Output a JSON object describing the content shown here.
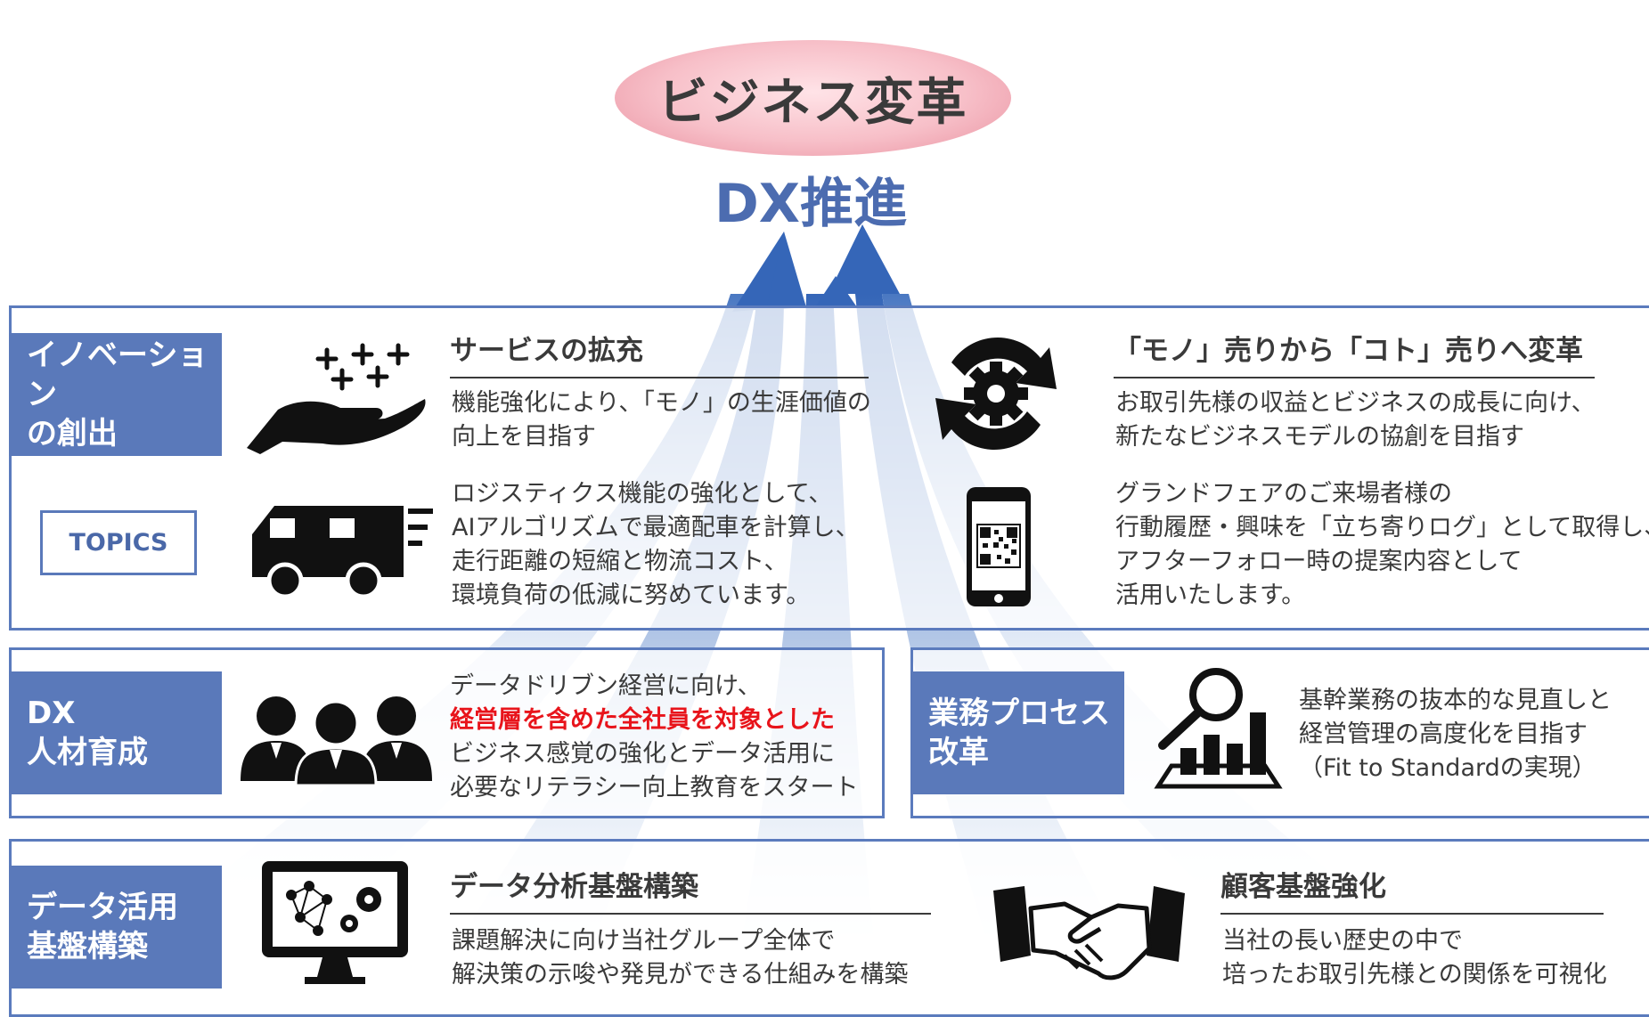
{
  "top": {
    "goal": "ビジネス変革",
    "driver": "DX推進"
  },
  "colors": {
    "accent_blue": "#5a79ba",
    "title_blue": "#4c6cb0",
    "emphasis_red": "#e8141b",
    "ellipse_pink": "#f7bfc8"
  },
  "innovation": {
    "label_lines": [
      "イノベーション",
      "の創出"
    ],
    "topics_label": "TOPICS",
    "service": {
      "icon": "hand-sparkles-icon",
      "heading": "サービスの拡充",
      "text_lines": [
        "機能強化により、「モノ」の生涯価値の",
        "向上を目指す"
      ]
    },
    "koto": {
      "icon": "gear-cycle-icon",
      "heading": "「モノ」売りから「コト」売りへ変革",
      "text_lines": [
        "お取引先様の収益とビジネスの成長に向け、",
        "新たなビジネスモデルの協創を目指す"
      ]
    },
    "logistics": {
      "icon": "delivery-truck-icon",
      "text_lines": [
        "ロジスティクス機能の強化として、",
        "AIアルゴリズムで最適配車を計算し、",
        "走行距離の短縮と物流コスト、",
        "環境負荷の低減に努めています。"
      ]
    },
    "fair": {
      "icon": "smartphone-qr-icon",
      "text_lines": [
        "グランドフェアのご来場者様の",
        "行動履歴・興味を「立ち寄りログ」として取得し、",
        "アフターフォロー時の提案内容として",
        "活用いたします。"
      ]
    }
  },
  "talent": {
    "label_lines": [
      "DX",
      "人材育成"
    ],
    "icon": "business-people-icon",
    "line1": "データドリブン経営に向け、",
    "line2_emphasis": "経営層を含めた全社員を対象とした",
    "line3": "ビジネス感覚の強化とデータ活用に",
    "line4": "必要なリテラシー向上教育をスタート"
  },
  "process": {
    "label_lines": [
      "業務プロセス",
      "改革"
    ],
    "icon": "magnifier-chart-icon",
    "text_lines": [
      "基幹業務の抜本的な見直しと",
      "経営管理の高度化を目指す",
      "（Fit to Standardの実現）"
    ]
  },
  "data_platform": {
    "label_lines": [
      "データ活用",
      "基盤構築"
    ],
    "analysis": {
      "icon": "monitor-network-gears-icon",
      "heading": "データ分析基盤構築",
      "text_lines": [
        "課題解決に向け当社グループ全体で",
        "解決策の示唆や発見ができる仕組みを構築"
      ]
    },
    "customer": {
      "icon": "handshake-icon",
      "heading": "顧客基盤強化",
      "text_lines": [
        "当社の長い歴史の中で",
        "培ったお取引先様との関係を可視化"
      ]
    }
  }
}
